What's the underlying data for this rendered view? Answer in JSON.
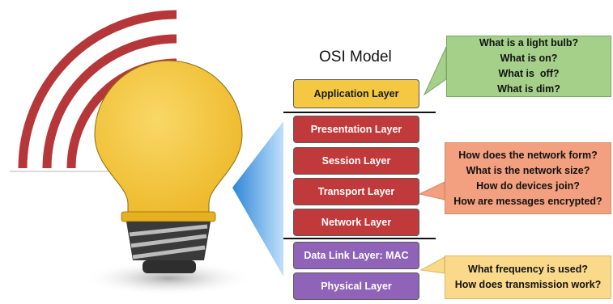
{
  "diagram": {
    "title": "OSI Model",
    "layers": [
      {
        "id": "application",
        "label": "Application Layer",
        "color": "#f4c842"
      },
      {
        "id": "presentation",
        "label": "Presentation Layer",
        "color": "#c0393b"
      },
      {
        "id": "session",
        "label": "Session Layer",
        "color": "#c0393b"
      },
      {
        "id": "transport",
        "label": "Transport Layer",
        "color": "#c0393b"
      },
      {
        "id": "network",
        "label": "Network Layer",
        "color": "#c0393b"
      },
      {
        "id": "datalink",
        "label": "Data Link Layer: MAC",
        "color": "#8e63b8"
      },
      {
        "id": "physical",
        "label": "Physical Layer",
        "color": "#8e63b8"
      }
    ],
    "callouts": {
      "application": {
        "color": "#a5d08a",
        "lines": [
          "What is a light bulb?",
          "What is on?",
          "What is  off?",
          "What is dim?"
        ]
      },
      "network": {
        "color": "#f2a07f",
        "lines": [
          "How does the network form?",
          "What is the network size?",
          "How do devices join?",
          "How are messages encrypted?"
        ]
      },
      "physical": {
        "color": "#fbd98b",
        "lines": [
          "What frequency is used?",
          "How does transmission work?"
        ]
      }
    },
    "illustration": {
      "icon": "light-bulb-icon",
      "bulb_color": "#f4c842",
      "signal_color": "#b5373a",
      "wedge_color": "#4a9ee0"
    }
  }
}
